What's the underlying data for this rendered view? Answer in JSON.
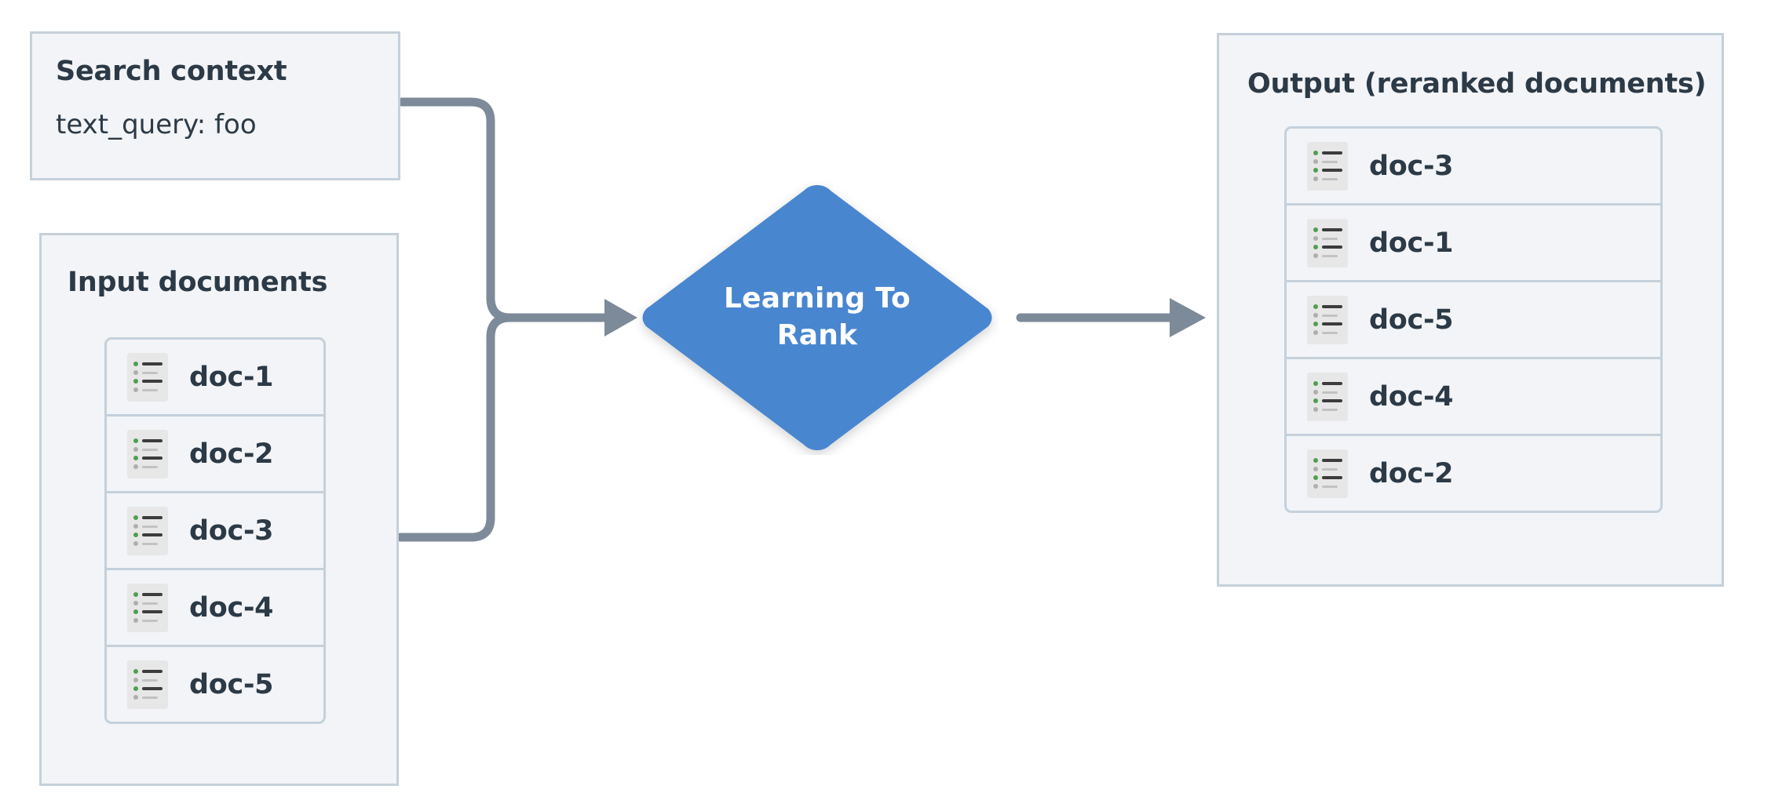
{
  "diagram": {
    "title": "Learning To Rank reranking flow",
    "background": "#ffffff",
    "colors": {
      "panel_background": "#f2f4f7",
      "panel_border": "#c5d0da",
      "text": "#2c3a47",
      "node_fill": "#4a86d0",
      "node_text": "#ffffff",
      "edge": "#7d8a99",
      "icon_background": "#e7e7e7",
      "icon_bullet_active": "#4f9e4f",
      "icon_bullet_muted": "#aeaeae",
      "icon_bar_active": "#3c3c3c",
      "icon_bar_muted": "#c2c2c2"
    }
  },
  "search_context": {
    "title": "Search context",
    "query_line": "text_query: foo"
  },
  "input_documents": {
    "title": "Input documents",
    "documents": [
      {
        "label": "doc-1",
        "icon": "document-list-icon"
      },
      {
        "label": "doc-2",
        "icon": "document-list-icon"
      },
      {
        "label": "doc-3",
        "icon": "document-list-icon"
      },
      {
        "label": "doc-4",
        "icon": "document-list-icon"
      },
      {
        "label": "doc-5",
        "icon": "document-list-icon"
      }
    ]
  },
  "ltr_node": {
    "label_line_1": "Learning To",
    "label_line_2": "Rank",
    "shape": "diamond"
  },
  "output": {
    "title": "Output (reranked documents)",
    "documents": [
      {
        "label": "doc-3",
        "icon": "document-list-icon"
      },
      {
        "label": "doc-1",
        "icon": "document-list-icon"
      },
      {
        "label": "doc-5",
        "icon": "document-list-icon"
      },
      {
        "label": "doc-4",
        "icon": "document-list-icon"
      },
      {
        "label": "doc-2",
        "icon": "document-list-icon"
      }
    ]
  },
  "edges": [
    {
      "from": "search-context",
      "to": "ltr-node",
      "style": "orthogonal-rounded-arrow"
    },
    {
      "from": "input-documents",
      "to": "ltr-node",
      "style": "orthogonal-rounded-arrow"
    },
    {
      "from": "ltr-node",
      "to": "output",
      "style": "straight-arrow"
    }
  ]
}
